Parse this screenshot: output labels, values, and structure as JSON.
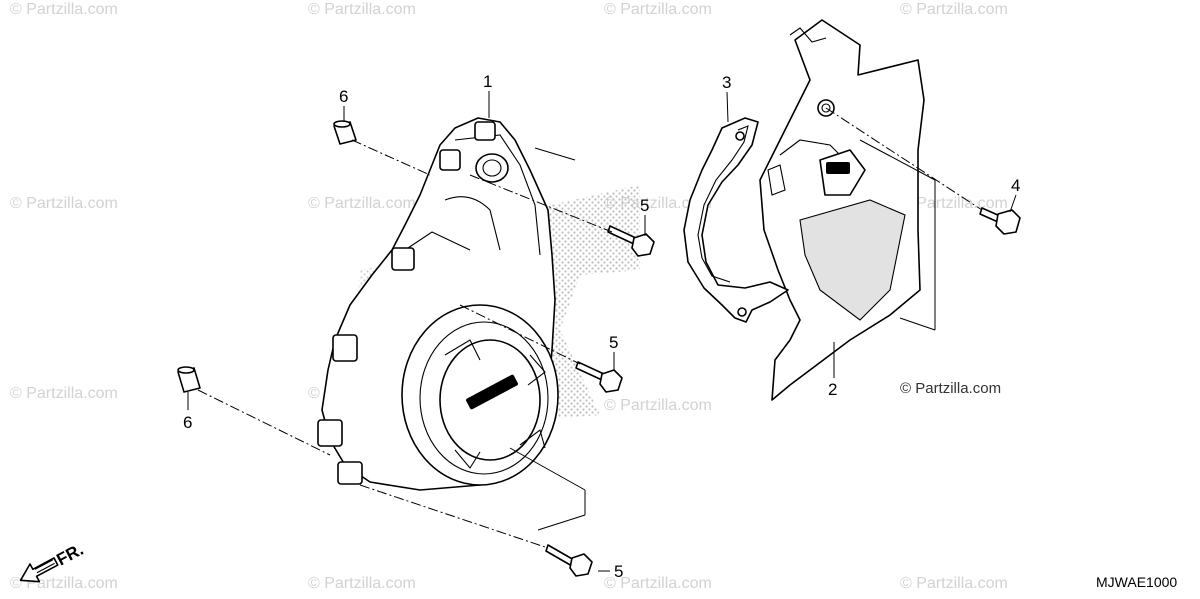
{
  "watermark": {
    "text": "© Partzilla.com"
  },
  "copyright": "© Partzilla.com",
  "diagram_code": "MJWAE1000",
  "direction_label": "FR.",
  "callouts": {
    "c1": "1",
    "c2": "2",
    "c3": "3",
    "c4": "4",
    "c5a": "5",
    "c5b": "5",
    "c5c": "5",
    "c6a": "6",
    "c6b": "6"
  }
}
